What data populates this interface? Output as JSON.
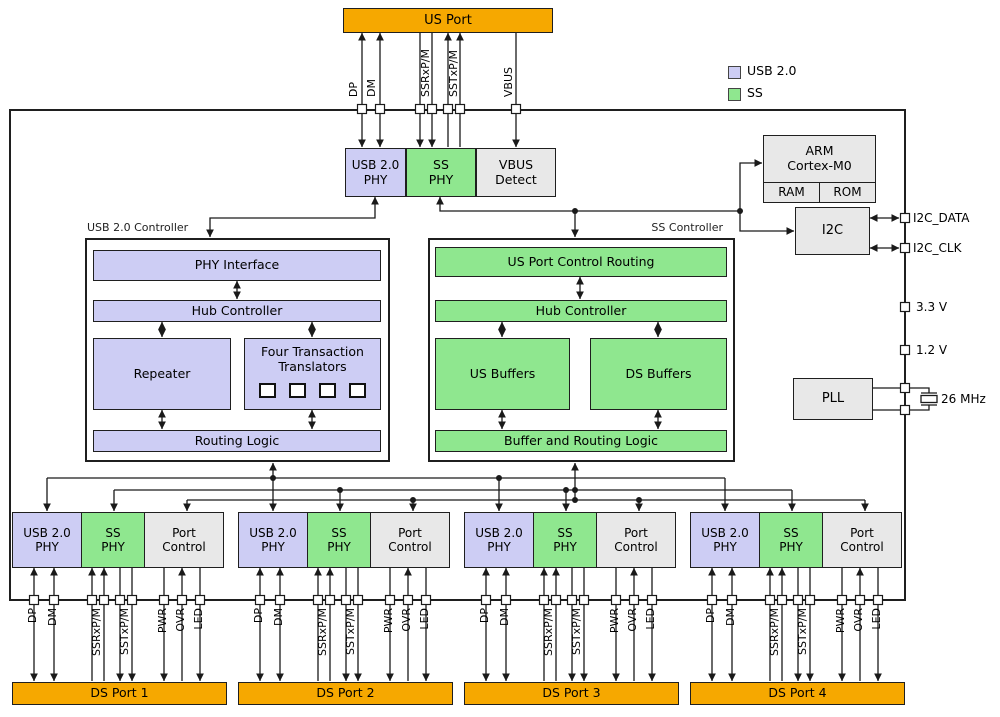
{
  "legend": {
    "usb2": "USB 2.0",
    "ss": "SS"
  },
  "us_port": {
    "label": "US Port"
  },
  "top_signals": [
    "DP",
    "DM",
    "SSRxP/M",
    "SSTxP/M",
    "VBUS"
  ],
  "phy": {
    "usb2": "USB 2.0\nPHY",
    "ss": "SS\nPHY",
    "vbus": "VBUS\nDetect"
  },
  "mcu": {
    "name": "ARM\nCortex-M0",
    "ram": "RAM",
    "rom": "ROM"
  },
  "i2c": {
    "label": "I2C",
    "data_pin": "I2C_DATA",
    "clk_pin": "I2C_CLK"
  },
  "power": {
    "v33": "3.3 V",
    "v12": "1.2 V"
  },
  "pll": {
    "label": "PLL",
    "clock": "26 MHz"
  },
  "usb2_controller": {
    "title": "USB 2.0 Controller",
    "phy_interface": "PHY Interface",
    "hub_controller": "Hub Controller",
    "repeater": "Repeater",
    "translators": "Four Transaction\nTranslators",
    "routing_logic": "Routing Logic"
  },
  "ss_controller": {
    "title": "SS Controller",
    "us_port_routing": "US Port Control Routing",
    "hub_controller": "Hub Controller",
    "us_buffers": "US Buffers",
    "ds_buffers": "DS Buffers",
    "buffer_routing": "Buffer and Routing Logic"
  },
  "port_block": {
    "usb2_phy": "USB 2.0\nPHY",
    "ss_phy": "SS\nPHY",
    "port_control": "Port\nControl"
  },
  "ds_signals": [
    "DP",
    "DM",
    "SSRxP/M",
    "SSTxP/M",
    "PWR",
    "OVR",
    "LED"
  ],
  "ds_ports": [
    {
      "label": "DS Port 1"
    },
    {
      "label": "DS Port 2"
    },
    {
      "label": "DS Port 3"
    },
    {
      "label": "DS Port 4"
    }
  ],
  "colors": {
    "usb2_fill": "#CDCDF4",
    "ss_fill": "#8FE78F",
    "port_fill": "#F6A800",
    "block_fill": "#E8E8E8"
  }
}
